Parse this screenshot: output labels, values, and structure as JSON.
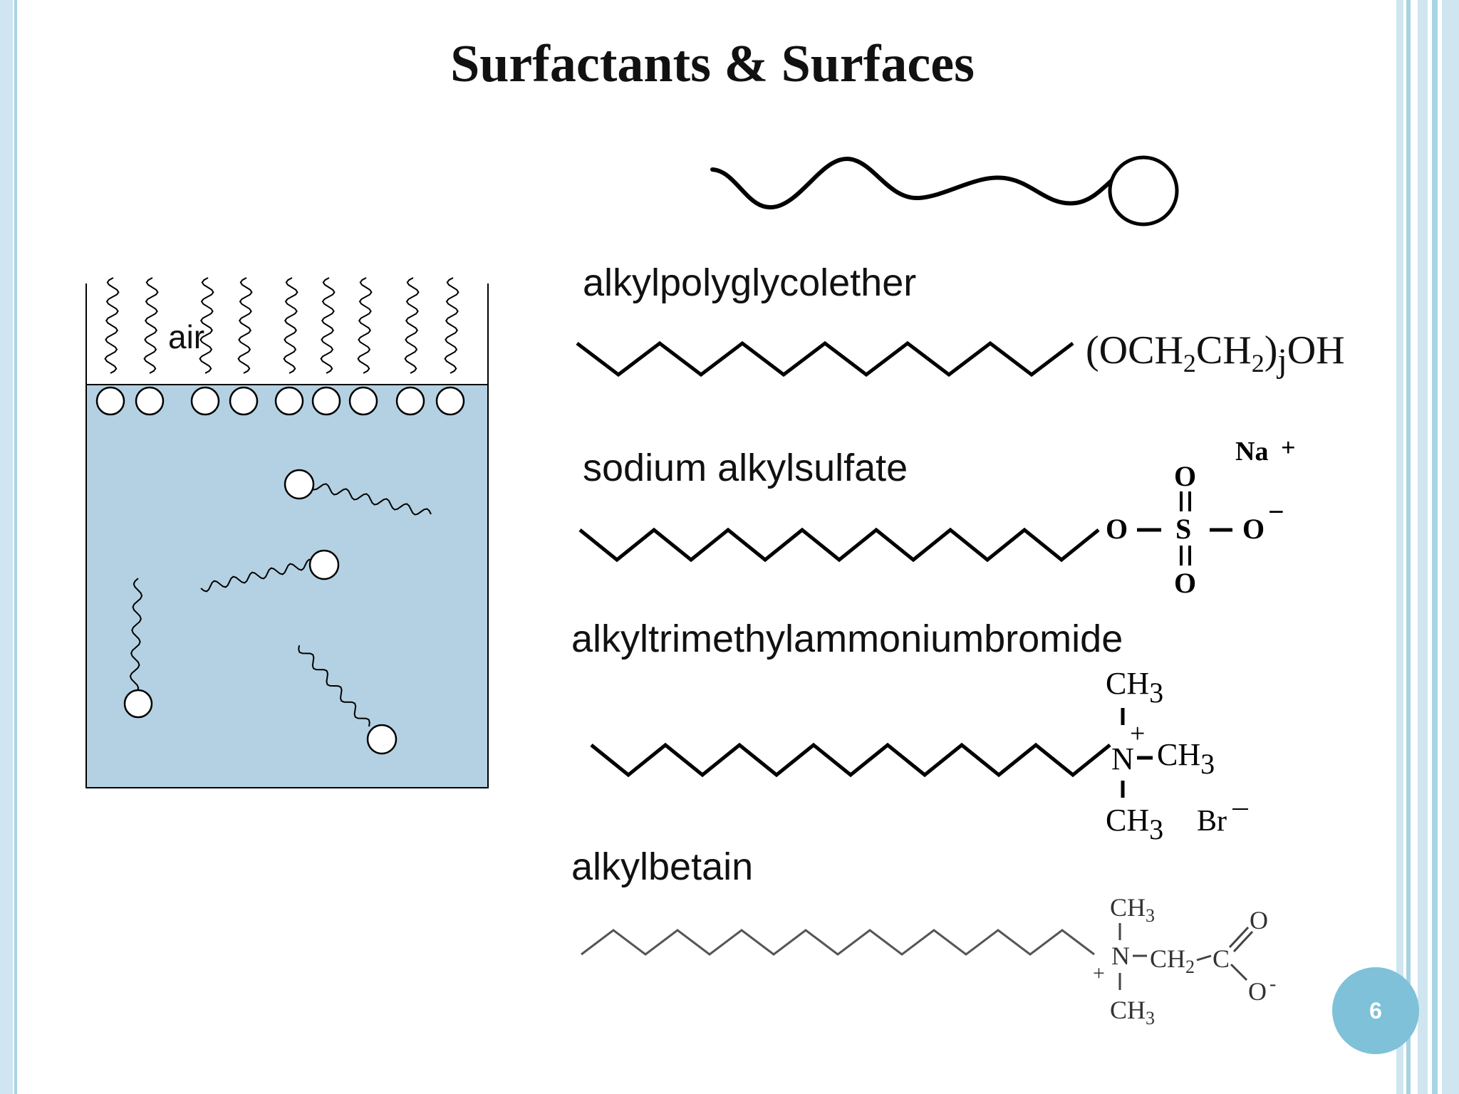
{
  "slide": {
    "title": "Surfactants & Surfaces",
    "page_number": "6",
    "accent_color": "#7ec1d9",
    "water_color": "#b3d1e2"
  },
  "diagram": {
    "air_label": "air"
  },
  "surfactants": [
    {
      "name": "alkylpolyglycolether",
      "formula": "(OCH2CH2)jOH"
    },
    {
      "name": "sodium alkylsulfate",
      "counter_ion": "Na+",
      "head_atoms": [
        "O",
        "S",
        "O",
        "O",
        "O"
      ]
    },
    {
      "name": "alkyltrimethylammoniumbromide",
      "head_atoms": [
        "CH3",
        "N",
        "CH3",
        "CH3"
      ],
      "charge": "+",
      "counter_ion": "Br"
    },
    {
      "name": "alkylbetain",
      "head_atoms": [
        "CH3",
        "N",
        "CH2",
        "C",
        "O",
        "O",
        "CH3"
      ],
      "charge": "+"
    }
  ]
}
